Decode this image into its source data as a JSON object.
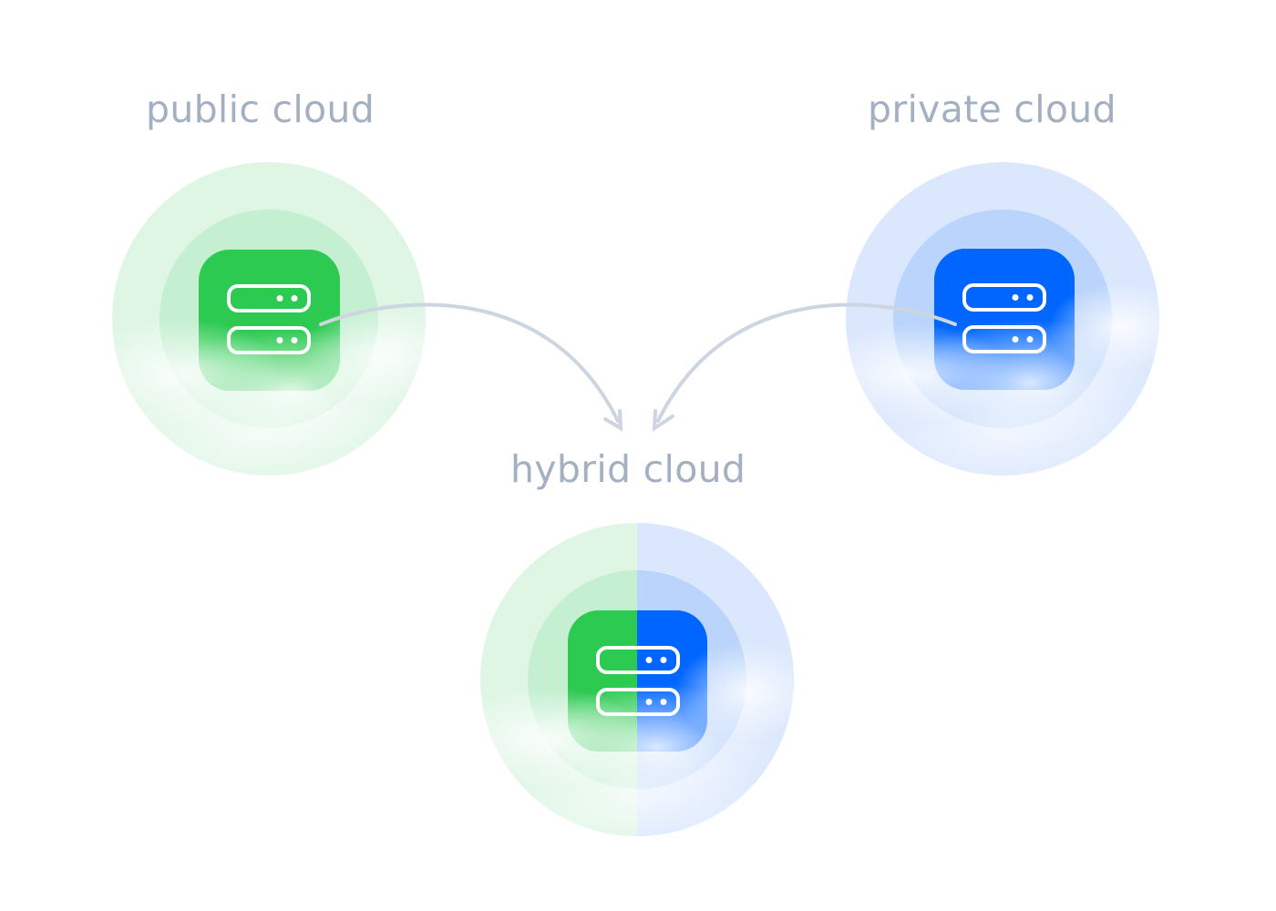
{
  "diagram": {
    "title": "Public, private and hybrid cloud",
    "nodes": [
      {
        "id": "public",
        "label": "public cloud",
        "icon": "server-icon",
        "color": "#2dca52",
        "ring_outer": "#dff6e5",
        "ring_inner": "#c4efd0"
      },
      {
        "id": "private",
        "label": "private cloud",
        "icon": "server-icon",
        "color": "#0066ff",
        "ring_outer": "#dae7fd",
        "ring_inner": "#bad4fb"
      },
      {
        "id": "hybrid",
        "label": "hybrid cloud",
        "icon": "server-icon",
        "color_left": "#2dca52",
        "color_right": "#0066ff"
      }
    ],
    "edges": [
      {
        "from": "public",
        "to": "hybrid",
        "style": "curved-arrow"
      },
      {
        "from": "private",
        "to": "hybrid",
        "style": "curved-arrow"
      }
    ],
    "text_color": "#a3b0c2",
    "arrow_color": "#ccd5e0"
  }
}
